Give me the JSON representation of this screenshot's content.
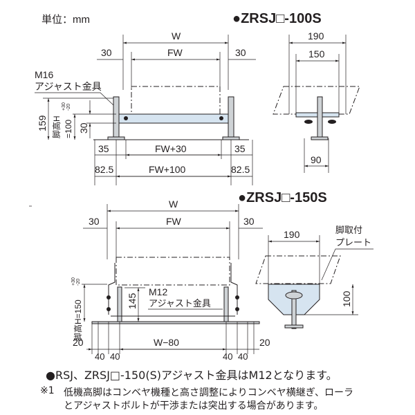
{
  "unit_label": "単位：mm",
  "section_100s": {
    "title": "●ZRSJ□-100S",
    "front": {
      "w": "W",
      "fw": "FW",
      "left_30": "30",
      "right_30": "30",
      "adjuster": "M16",
      "adjuster_label": "アジャスト金具",
      "height_159": "159",
      "leg_height": "脚高H",
      "leg_height_value": "=100",
      "tol_plus": "+30",
      "tol_minus": "-20",
      "dim_30": "30",
      "left_35": "35",
      "right_35": "35",
      "fw30": "FW+30",
      "left_825": "82.5",
      "right_825": "82.5",
      "fw100": "FW+100"
    },
    "side": {
      "w190": "190",
      "w150": "150",
      "w90": "90"
    }
  },
  "section_150s": {
    "title": "●ZRSJ□-150S",
    "front": {
      "w": "W",
      "fw": "FW",
      "left_30": "30",
      "right_30": "30",
      "adjuster": "M12",
      "adjuster_label": "アジャスト金具",
      "dim_145": "145",
      "leg_height": "脚高H=150",
      "tol_plus": "+30",
      "tol_minus": "-20",
      "left_20": "20",
      "right_20": "20",
      "w80": "W−80",
      "d40a": "40",
      "d40b": "40",
      "d40c": "40",
      "d40d": "40"
    },
    "side": {
      "w190": "190",
      "plate_label_1": "脚取付",
      "plate_label_2": "プレート",
      "h100": "100"
    }
  },
  "notes": {
    "bullet": "●RSJ、ZRSJ□-150(S)アジャスト金具はM12となります。",
    "mark": "※1",
    "line1": "低機高脚はコンベヤ機種と高さ調整によりコンベヤ横継ぎ、ローラ",
    "line2": "とアジャストボルトが干渉または突出する場合があります。"
  }
}
